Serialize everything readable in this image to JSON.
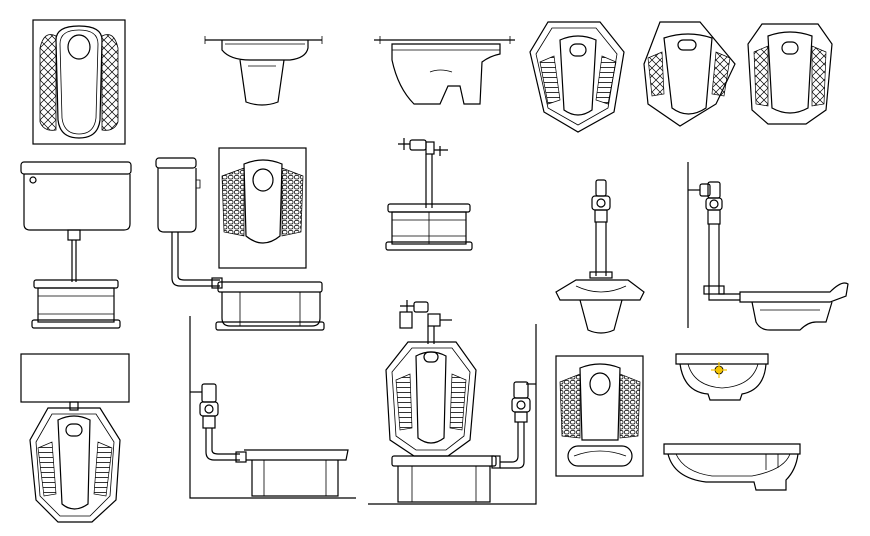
{
  "drawing": {
    "background": "#ffffff",
    "line_color": "#000000",
    "highlight_color": "#f5c400",
    "symbols": [
      "squat-pan-plan-mesh",
      "wall-basin-elevation",
      "squat-pan-side-elevation",
      "squat-pan-plan-octagon",
      "squat-pan-plan-diamond",
      "squat-pan-plan-hex",
      "high-level-cistern-front",
      "high-level-cistern-side",
      "squat-pan-plan-with-footrests",
      "flush-valve-front-elevation",
      "flush-valve-squat-pan-front",
      "flush-valve-squat-pan-side",
      "cistern-with-pan-plan",
      "flush-valve-pan-side-section",
      "flush-valve-pan-plan-and-front",
      "squat-pan-plan-rect",
      "round-basin-top",
      "countertop-basin-section"
    ]
  }
}
